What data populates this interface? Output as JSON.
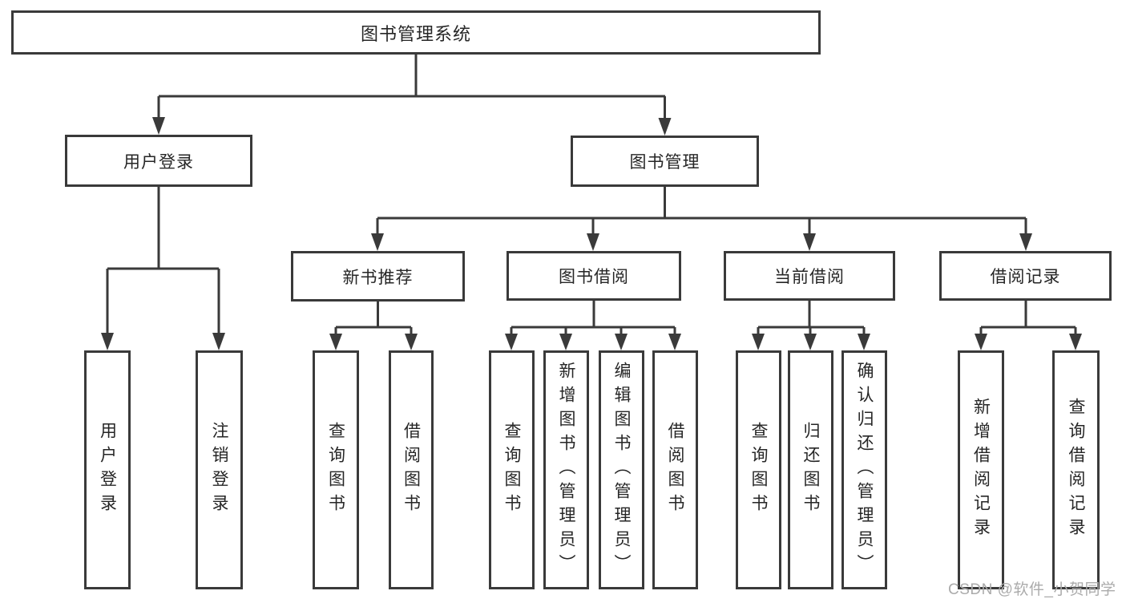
{
  "colors": {
    "line": "#3a3a3a",
    "text": "#262626",
    "box_fill": "#ffffff",
    "watermark": "#ababab",
    "background": "#ffffff"
  },
  "watermark": "CSDN @软件_小贺同学",
  "tree": {
    "root": {
      "label": "图书管理系统",
      "children": [
        {
          "label": "用户登录",
          "children": [
            {
              "label": "用户登录"
            },
            {
              "label": "注销登录"
            }
          ]
        },
        {
          "label": "图书管理",
          "children": [
            {
              "label": "新书推荐",
              "children": [
                {
                  "label": "查询图书"
                },
                {
                  "label": "借阅图书"
                }
              ]
            },
            {
              "label": "图书借阅",
              "children": [
                {
                  "label": "查询图书"
                },
                {
                  "label": "新增图书（管理员）"
                },
                {
                  "label": "编辑图书（管理员）"
                },
                {
                  "label": "借阅图书"
                }
              ]
            },
            {
              "label": "当前借阅",
              "children": [
                {
                  "label": "查询图书"
                },
                {
                  "label": "归还图书"
                },
                {
                  "label": "确认归还（管理员）"
                }
              ]
            },
            {
              "label": "借阅记录",
              "children": [
                {
                  "label": "新增借阅记录"
                },
                {
                  "label": "查询借阅记录"
                }
              ]
            }
          ]
        }
      ]
    }
  }
}
